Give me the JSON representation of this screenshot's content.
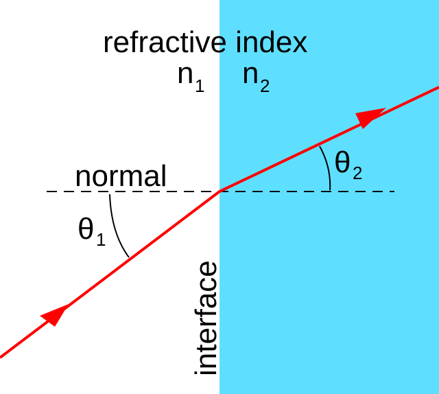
{
  "labels": {
    "title": "refractive index",
    "n1_base": "n",
    "n1_sub": "1",
    "n2_base": "n",
    "n2_sub": "2",
    "normal": "normal",
    "theta1_base": "θ",
    "theta1_sub": "1",
    "theta2_base": "θ",
    "theta2_sub": "2",
    "interface": "interface"
  },
  "colors": {
    "medium2": "#5fdfff",
    "ray": "#ff0000",
    "ink": "#000000",
    "background": "#ffffff"
  }
}
